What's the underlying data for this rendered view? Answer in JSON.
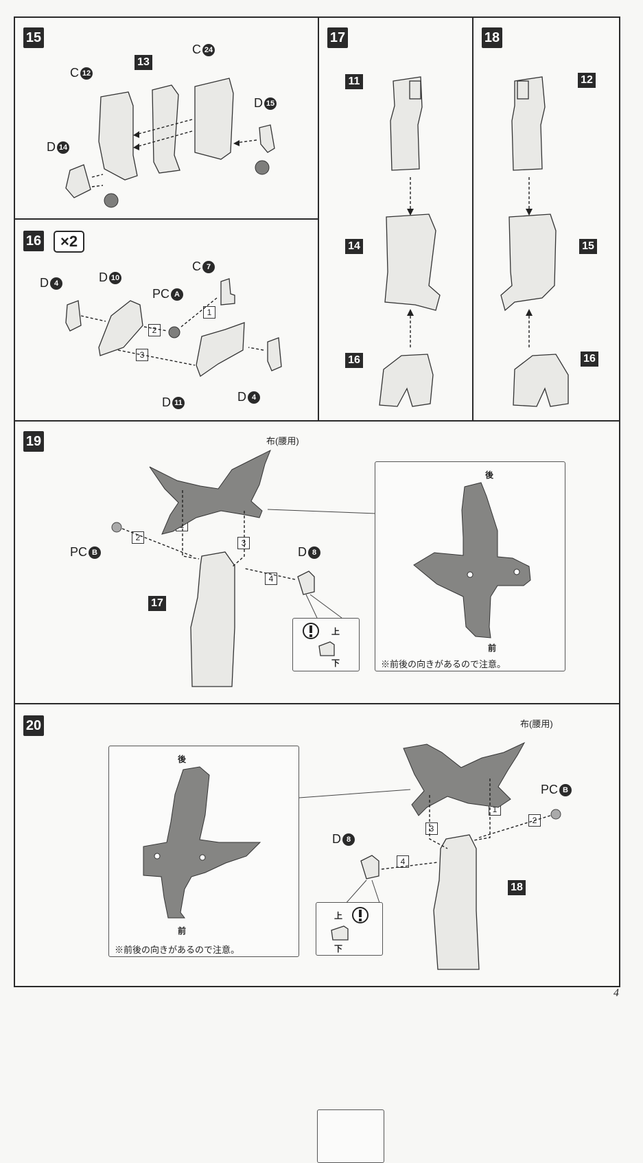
{
  "page_number": "4",
  "steps": {
    "s15": {
      "number": "15",
      "labels": {
        "c12": "C",
        "c12n": "12",
        "s13": "13",
        "c24": "C",
        "c24n": "24",
        "d15": "D",
        "d15n": "15",
        "d14": "D",
        "d14n": "14"
      }
    },
    "s16": {
      "number": "16",
      "qty": "×2",
      "labels": {
        "d4a": "D",
        "d4an": "4",
        "d10": "D",
        "d10n": "10",
        "pca": "PC",
        "pcan": "A",
        "c7": "C",
        "c7n": "7",
        "d11": "D",
        "d11n": "11",
        "d4b": "D",
        "d4bn": "4"
      },
      "order": [
        "1",
        "2",
        "3"
      ]
    },
    "s17": {
      "number": "17",
      "parts": [
        "11",
        "14",
        "16"
      ]
    },
    "s18": {
      "number": "18",
      "parts": [
        "12",
        "15",
        "16"
      ]
    },
    "s19": {
      "number": "19",
      "cloth_label": "布(腰用)",
      "pcb": "PC",
      "pcbn": "B",
      "d8": "D",
      "d8n": "8",
      "ref": "17",
      "order": [
        "1",
        "2",
        "3",
        "4"
      ],
      "up": "上",
      "down": "下",
      "back": "後",
      "front": "前",
      "note": "※前後の向きがあるので注意。"
    },
    "s20": {
      "number": "20",
      "cloth_label": "布(腰用)",
      "pcb": "PC",
      "pcbn": "B",
      "d8": "D",
      "d8n": "8",
      "ref": "18",
      "order": [
        "1",
        "2",
        "3",
        "4"
      ],
      "up": "上",
      "down": "下",
      "back": "後",
      "front": "前",
      "note": "※前後の向きがあるので注意。"
    }
  }
}
